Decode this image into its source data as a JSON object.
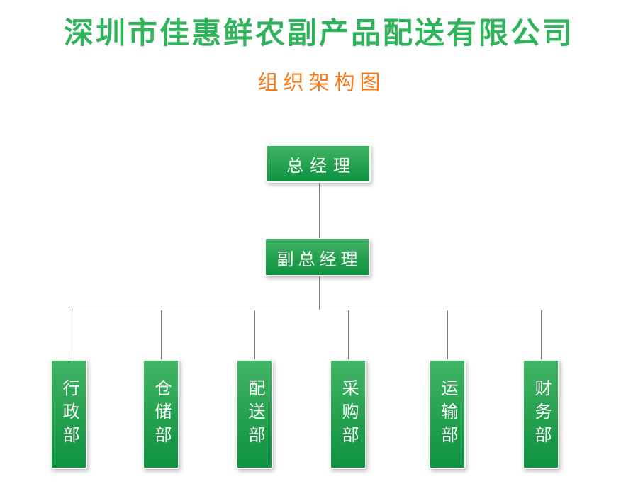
{
  "page": {
    "title": "深圳市佳惠鲜农副产品配送有限公司",
    "subtitle": "组织架构图"
  },
  "colors": {
    "title_green": "#2fb45c",
    "subtitle_orange": "#f8781a",
    "node_gradient_top": "#41b465",
    "node_gradient_bottom": "#0e9340",
    "node_border": "#ffffff",
    "node_text": "#ffffff",
    "connector_gray": "#7f7f7f",
    "background": "#ffffff"
  },
  "org_chart": {
    "type": "organization-hierarchy",
    "root": {
      "label": "总经理",
      "level": 1
    },
    "deputy": {
      "label": "副总经理",
      "level": 2
    },
    "departments": [
      {
        "label": "行政部"
      },
      {
        "label": "仓储部"
      },
      {
        "label": "配送部"
      },
      {
        "label": "采购部"
      },
      {
        "label": "运输部"
      },
      {
        "label": "财务部"
      }
    ]
  }
}
